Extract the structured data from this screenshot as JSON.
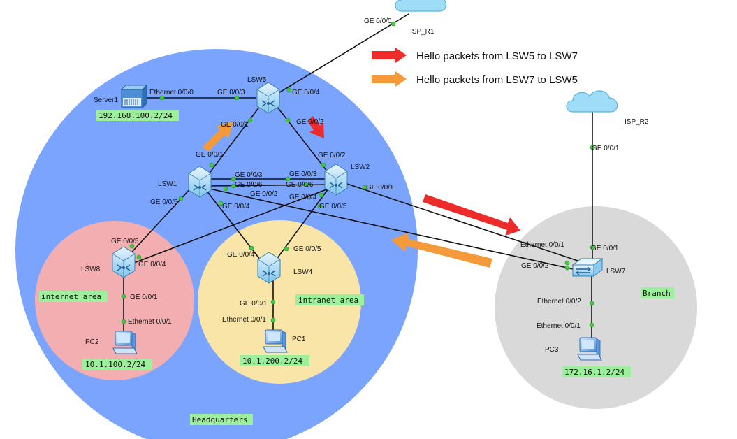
{
  "legend": {
    "red_arrow_text": "Hello packets from LSW5 to LSW7",
    "orange_arrow_text": "Hello packets from LSW7 to LSW5",
    "red_color": "#ee2b2b",
    "orange_color": "#f59a3a"
  },
  "areas": {
    "headquarters": "Headquarters",
    "internet": "internet area",
    "intranet": "intranet area",
    "branch": "Branch"
  },
  "colors": {
    "headquarters": "#7ba4ff",
    "internet": "#f2aeb0",
    "intranet": "#f9e5a8",
    "branch": "#d9d9d9",
    "tag_bg": "#9cf09c",
    "port": "#43c843"
  },
  "devices": {
    "isp_r1": "ISP_R1",
    "isp_r2": "ISP_R2",
    "server1": "Server1",
    "lsw5": "LSW5",
    "lsw1": "LSW1",
    "lsw2": "LSW2",
    "lsw4": "LSW4",
    "lsw8": "LSW8",
    "lsw7": "LSW7",
    "pc1": "PC1",
    "pc2": "PC2",
    "pc3": "PC3"
  },
  "ips": {
    "server1": "192.168.100.2/24",
    "pc2": "10.1.100.2/24",
    "pc1": "10.1.200.2/24",
    "pc3": "172.16.1.2/24"
  },
  "ports": {
    "isp_r1_g0": "GE 0/0/0",
    "server1_eth0": "Ethernet 0/0/0",
    "lsw5_g3": "GE 0/0/3",
    "lsw5_g4": "GE 0/0/4",
    "lsw5_g1": "GE 0/0/1",
    "lsw5_g2": "GE 0/0/2",
    "lsw1_g1": "GE 0/0/1",
    "lsw1_g3": "GE 0/0/3",
    "lsw1_g6": "GE 0/0/6",
    "lsw1_g2": "GE 0/0/2",
    "lsw1_g5": "GE 0/0/5",
    "lsw1_g4": "GE 0/0/4",
    "lsw2_g2": "GE 0/0/2",
    "lsw2_g3": "GE 0/0/3",
    "lsw2_g6": "GE 0/0/6",
    "lsw2_g4": "GE 0/0/4",
    "lsw2_g5": "GE 0/0/5",
    "lsw2_g1": "GE 0/0/1",
    "isp_r2_g1": "GE 0/0/1",
    "lsw7_g1": "GE 0/0/1",
    "lsw7_eth1": "Ethernet 0/0/1",
    "lsw7_g2": "GE 0/0/2",
    "lsw7_eth2": "Ethernet 0/0/2",
    "pc3_eth1": "Ethernet 0/0/1",
    "lsw8_g5": "GE 0/0/5",
    "lsw8_g4": "GE 0/0/4",
    "lsw8_g1": "GE 0/0/1",
    "pc2_eth1": "Ethernet 0/0/1",
    "lsw4_g4": "GE 0/0/4",
    "lsw4_g5": "GE 0/0/5",
    "lsw4_g1": "GE 0/0/1",
    "pc1_eth1": "Ethernet 0/0/1"
  }
}
